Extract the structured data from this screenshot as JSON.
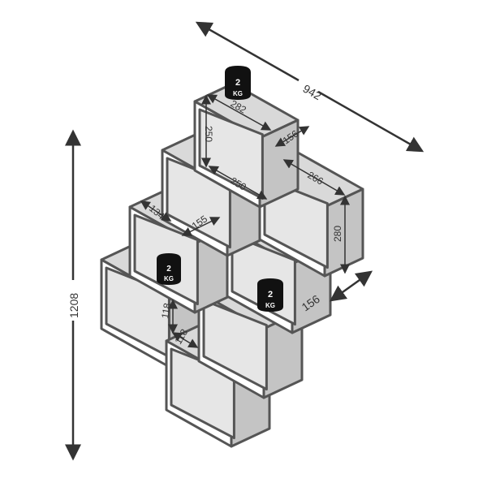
{
  "dimensions": {
    "total_width": "942",
    "total_height": "1208",
    "top_width": "282",
    "top_height": "250",
    "top_depth": "156",
    "inner_width": "250",
    "right_width": "266",
    "right_height": "280",
    "side_depth": "134",
    "shelf_width": "155",
    "depth": "156",
    "small_height": "118",
    "small_width": "118"
  },
  "weights": [
    {
      "value": "2",
      "unit": "KG"
    },
    {
      "value": "2",
      "unit": "KG"
    },
    {
      "value": "2",
      "unit": "KG"
    }
  ],
  "colors": {
    "face": "#d9d9d9",
    "side": "#c4c4c4",
    "edge": "#555555",
    "weight": "#111111"
  }
}
